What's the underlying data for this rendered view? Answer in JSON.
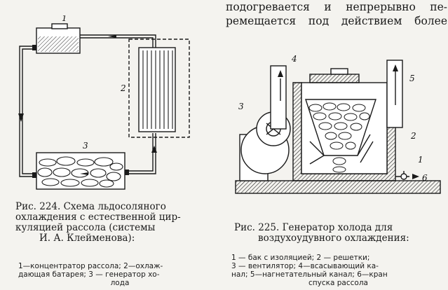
{
  "top_text": {
    "line1": "подогревается и непрерывно пе-",
    "line2": "ремещается под действием более"
  },
  "figure224": {
    "labels": [
      "1",
      "2",
      "3"
    ],
    "caption": {
      "line1": "Рис. 224. Схема льдосоляного",
      "line2": "охлаждения с естественной цир-",
      "line3": "куляцией рассола (системы",
      "line4": "И. А. Клейменова):"
    },
    "legend": {
      "line1": "1—концентратор рассола; 2—охлаж-",
      "line2": "дающая батарея; 3 — генератор хо-",
      "line3": "лода"
    }
  },
  "figure225": {
    "labels": [
      "1",
      "2",
      "3",
      "4",
      "5",
      "6"
    ],
    "caption": {
      "line1": "Рис. 225. Генератор холода для",
      "line2": "воздухоудувного охлаждения:"
    },
    "legend": {
      "line1": "1 — бак с изоляцией; 2 — решетки;",
      "line2": "3 — вентилятор; 4—всасывающий ка-",
      "line3": "нал; 5—нагнетательный канал; 6—кран",
      "line4": "спуска рассола"
    }
  }
}
